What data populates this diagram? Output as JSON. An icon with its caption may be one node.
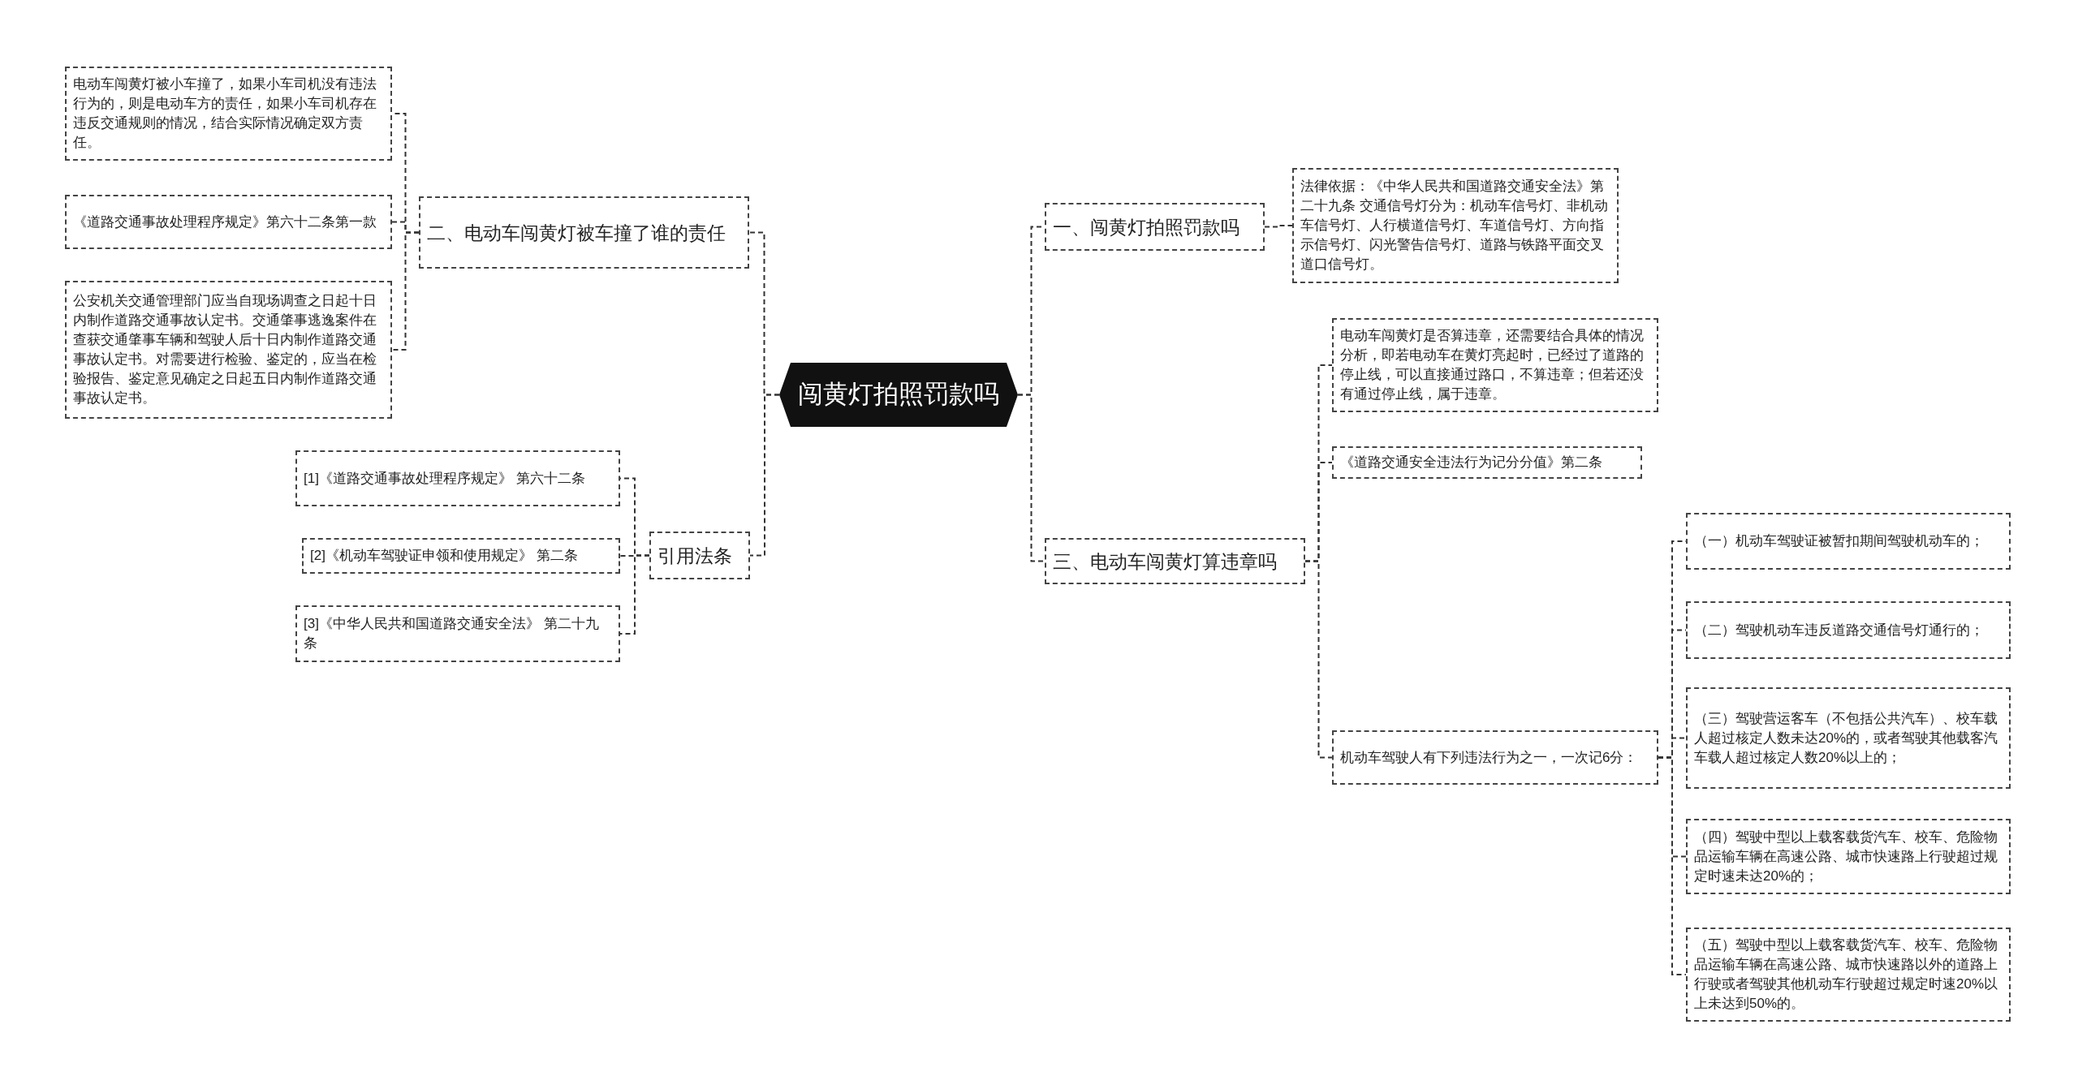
{
  "diagram": {
    "nodes": [
      {
        "text": [
          "闯黄灯拍照罚款吗"
        ]
      },
      {
        "text": [
          "二、电动车闯黄灯被车撞了谁的责任"
        ]
      },
      {
        "text": [
          "电动车闯黄灯被小车撞了，如果小车司机没有违法行为的，则是电动车方的责任，如果小车司机存在违反交通规则的情况，结合实际情况确定双方责任。"
        ]
      },
      {
        "text": [
          "《道路交通事故处理程序规定》第六十二条第一款"
        ]
      },
      {
        "text": [
          "公安机关交通管理部门应当自现场调查之日起十日内制作道路交通事故认定书。交通肇事逃逸案件在查获交通肇事车辆和驾驶人后十日内制作道路交通事故认定书。对需要进行检验、鉴定的，应当在检验报告、鉴定意见确定之日起五日内制作道路交通事故认定书。"
        ]
      },
      {
        "text": [
          "引用法条"
        ]
      },
      {
        "text": [
          "[1]《道路交通事故处理程序规定》 第六十二条"
        ]
      },
      {
        "text": [
          "[2]《机动车驾驶证申领和使用规定》 第二条"
        ]
      },
      {
        "text": [
          "[3]《中华人民共和国道路交通安全法》 第二十九条"
        ]
      },
      {
        "text": [
          "一、闯黄灯拍照罚款吗"
        ]
      },
      {
        "text": [
          "法律依据：《中华人民共和国道路交通安全法》第二十九条 交通信号灯分为：机动车信号灯、非机动车信号灯、人行横道信号灯、车道信号灯、方向指示信号灯、闪光警告信号灯、道路与铁路平面交叉道口信号灯。"
        ]
      },
      {
        "text": [
          "三、电动车闯黄灯算违章吗"
        ]
      },
      {
        "text": [
          "电动车闯黄灯是否算违章，还需要结合具体的情况分析，即若电动车在黄灯亮起时，已经过了道路的停止线，可以直接通过路口，不算违章；但若还没有通过停止线，属于违章。"
        ]
      },
      {
        "text": [
          "《道路交通安全违法行为记分分值》第二条"
        ]
      },
      {
        "text": [
          "机动车驾驶人有下列违法行为之一，一次记6分："
        ]
      },
      {
        "text": [
          "（一）机动车驾驶证被暂扣期间驾驶机动车的；"
        ]
      },
      {
        "text": [
          "（二）驾驶机动车违反道路交通信号灯通行的；"
        ]
      },
      {
        "text": [
          "（三）驾驶营运客车（不包括公共汽车）、校车载人超过核定人数未达20%的，或者驾驶其他载客汽车载人超过核定人数20%以上的；"
        ]
      },
      {
        "text": [
          "（四）驾驶中型以上载客载货汽车、校车、危险物品运输车辆在高速公路、城市快速路上行驶超过规定时速未达20%的；"
        ]
      },
      {
        "text": [
          "（五）驾驶中型以上载客载货汽车、校车、危险物品运输车辆在高速公路、城市快速路以外的道路上行驶或者驾驶其他机动车行驶超过规定时速20%以上未达到50%的。"
        ]
      }
    ],
    "edges": [
      {
        "from": 0,
        "to": 1,
        "arrow": "none"
      },
      {
        "from": 1,
        "to": 2,
        "arrow": "none"
      },
      {
        "from": 1,
        "to": 3,
        "arrow": "none"
      },
      {
        "from": 1,
        "to": 4,
        "arrow": "none"
      },
      {
        "from": 0,
        "to": 5,
        "arrow": "none"
      },
      {
        "from": 5,
        "to": 6,
        "arrow": "none"
      },
      {
        "from": 5,
        "to": 7,
        "arrow": "none"
      },
      {
        "from": 5,
        "to": 8,
        "arrow": "none"
      },
      {
        "from": 0,
        "to": 9,
        "arrow": "none"
      },
      {
        "from": 9,
        "to": 10,
        "arrow": "none"
      },
      {
        "from": 0,
        "to": 11,
        "arrow": "none"
      },
      {
        "from": 11,
        "to": 12,
        "arrow": "none"
      },
      {
        "from": 11,
        "to": 13,
        "arrow": "none"
      },
      {
        "from": 11,
        "to": 14,
        "arrow": "none"
      },
      {
        "from": 14,
        "to": 15,
        "arrow": "none"
      },
      {
        "from": 14,
        "to": 16,
        "arrow": "none"
      },
      {
        "from": 14,
        "to": 17,
        "arrow": "none"
      },
      {
        "from": 14,
        "to": 18,
        "arrow": "none"
      },
      {
        "from": 14,
        "to": 19,
        "arrow": "none"
      }
    ]
  }
}
